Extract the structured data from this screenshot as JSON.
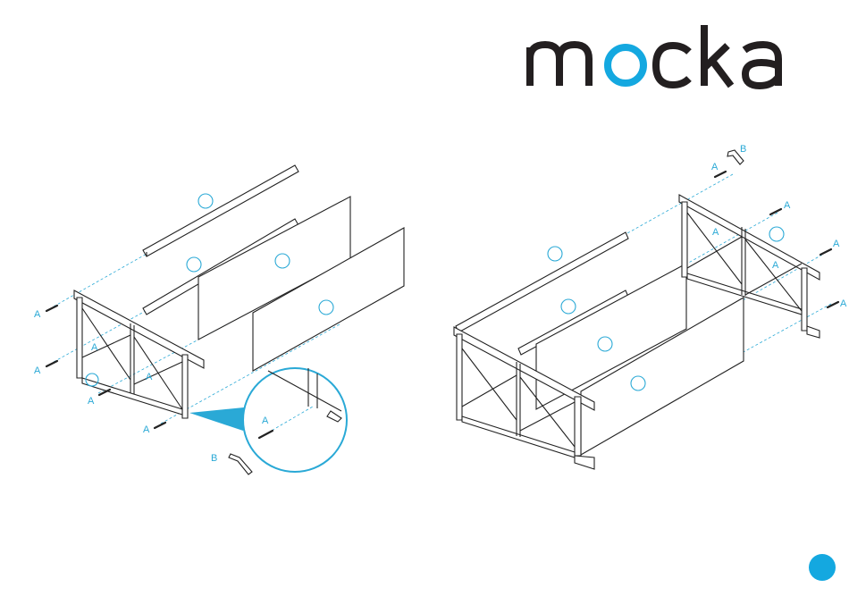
{
  "brand": {
    "name": "mocka",
    "accent_color": "#14a8e0",
    "text_color": "#231f20"
  },
  "steps": [
    {
      "fasteners": [
        {
          "label": "A",
          "target": "screw"
        },
        {
          "label": "B",
          "target": "allen-key"
        }
      ]
    },
    {
      "fasteners": [
        {
          "label": "A",
          "target": "screw"
        },
        {
          "label": "B",
          "target": "allen-key"
        }
      ]
    }
  ],
  "callouts": {
    "screw": "A",
    "allen_key": "B"
  },
  "page_marker_icon": "blue-circle"
}
